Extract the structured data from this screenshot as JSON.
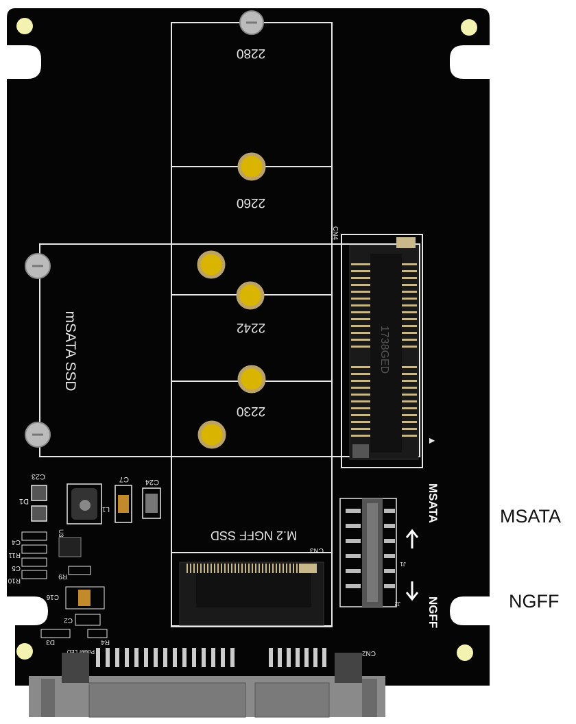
{
  "colors": {
    "pcb": "#050505",
    "silkscreen": "#e8e8e8",
    "gold": "#d9b400",
    "pad": "#c9b98a",
    "connector": "#1a1a1a",
    "background": "#ffffff",
    "label": "#111111"
  },
  "board": {
    "standoff_labels": {
      "m2280": "2280",
      "m2260": "2260",
      "m2242": "2242",
      "m2230": "2230"
    },
    "msata_ssd_label": "mSATA SSD",
    "m2_ngff_ssd_label": "M.2  NGFF SSD",
    "cn3_label": "CN3",
    "cn4_label": "CN4",
    "cn2_label": "CN2",
    "connector_code": "1738GED",
    "switch": {
      "msata_mark": "MSATA",
      "ngff_mark": "NGFF",
      "j1": "J1",
      "j2": "J2"
    },
    "components": {
      "c23": "C23",
      "c7": "C7",
      "c24": "C24",
      "d1": "D1",
      "l1": "L1",
      "c4": "C4",
      "r11": "R11",
      "c5": "C5",
      "r10": "R10",
      "r9": "R9",
      "u3": "U3",
      "c16": "C16",
      "c2": "C2",
      "d3": "D3",
      "r4": "R4",
      "power_led": "Power LED"
    }
  },
  "side_labels": {
    "msata": "MSATA",
    "ngff": "NGFF"
  }
}
